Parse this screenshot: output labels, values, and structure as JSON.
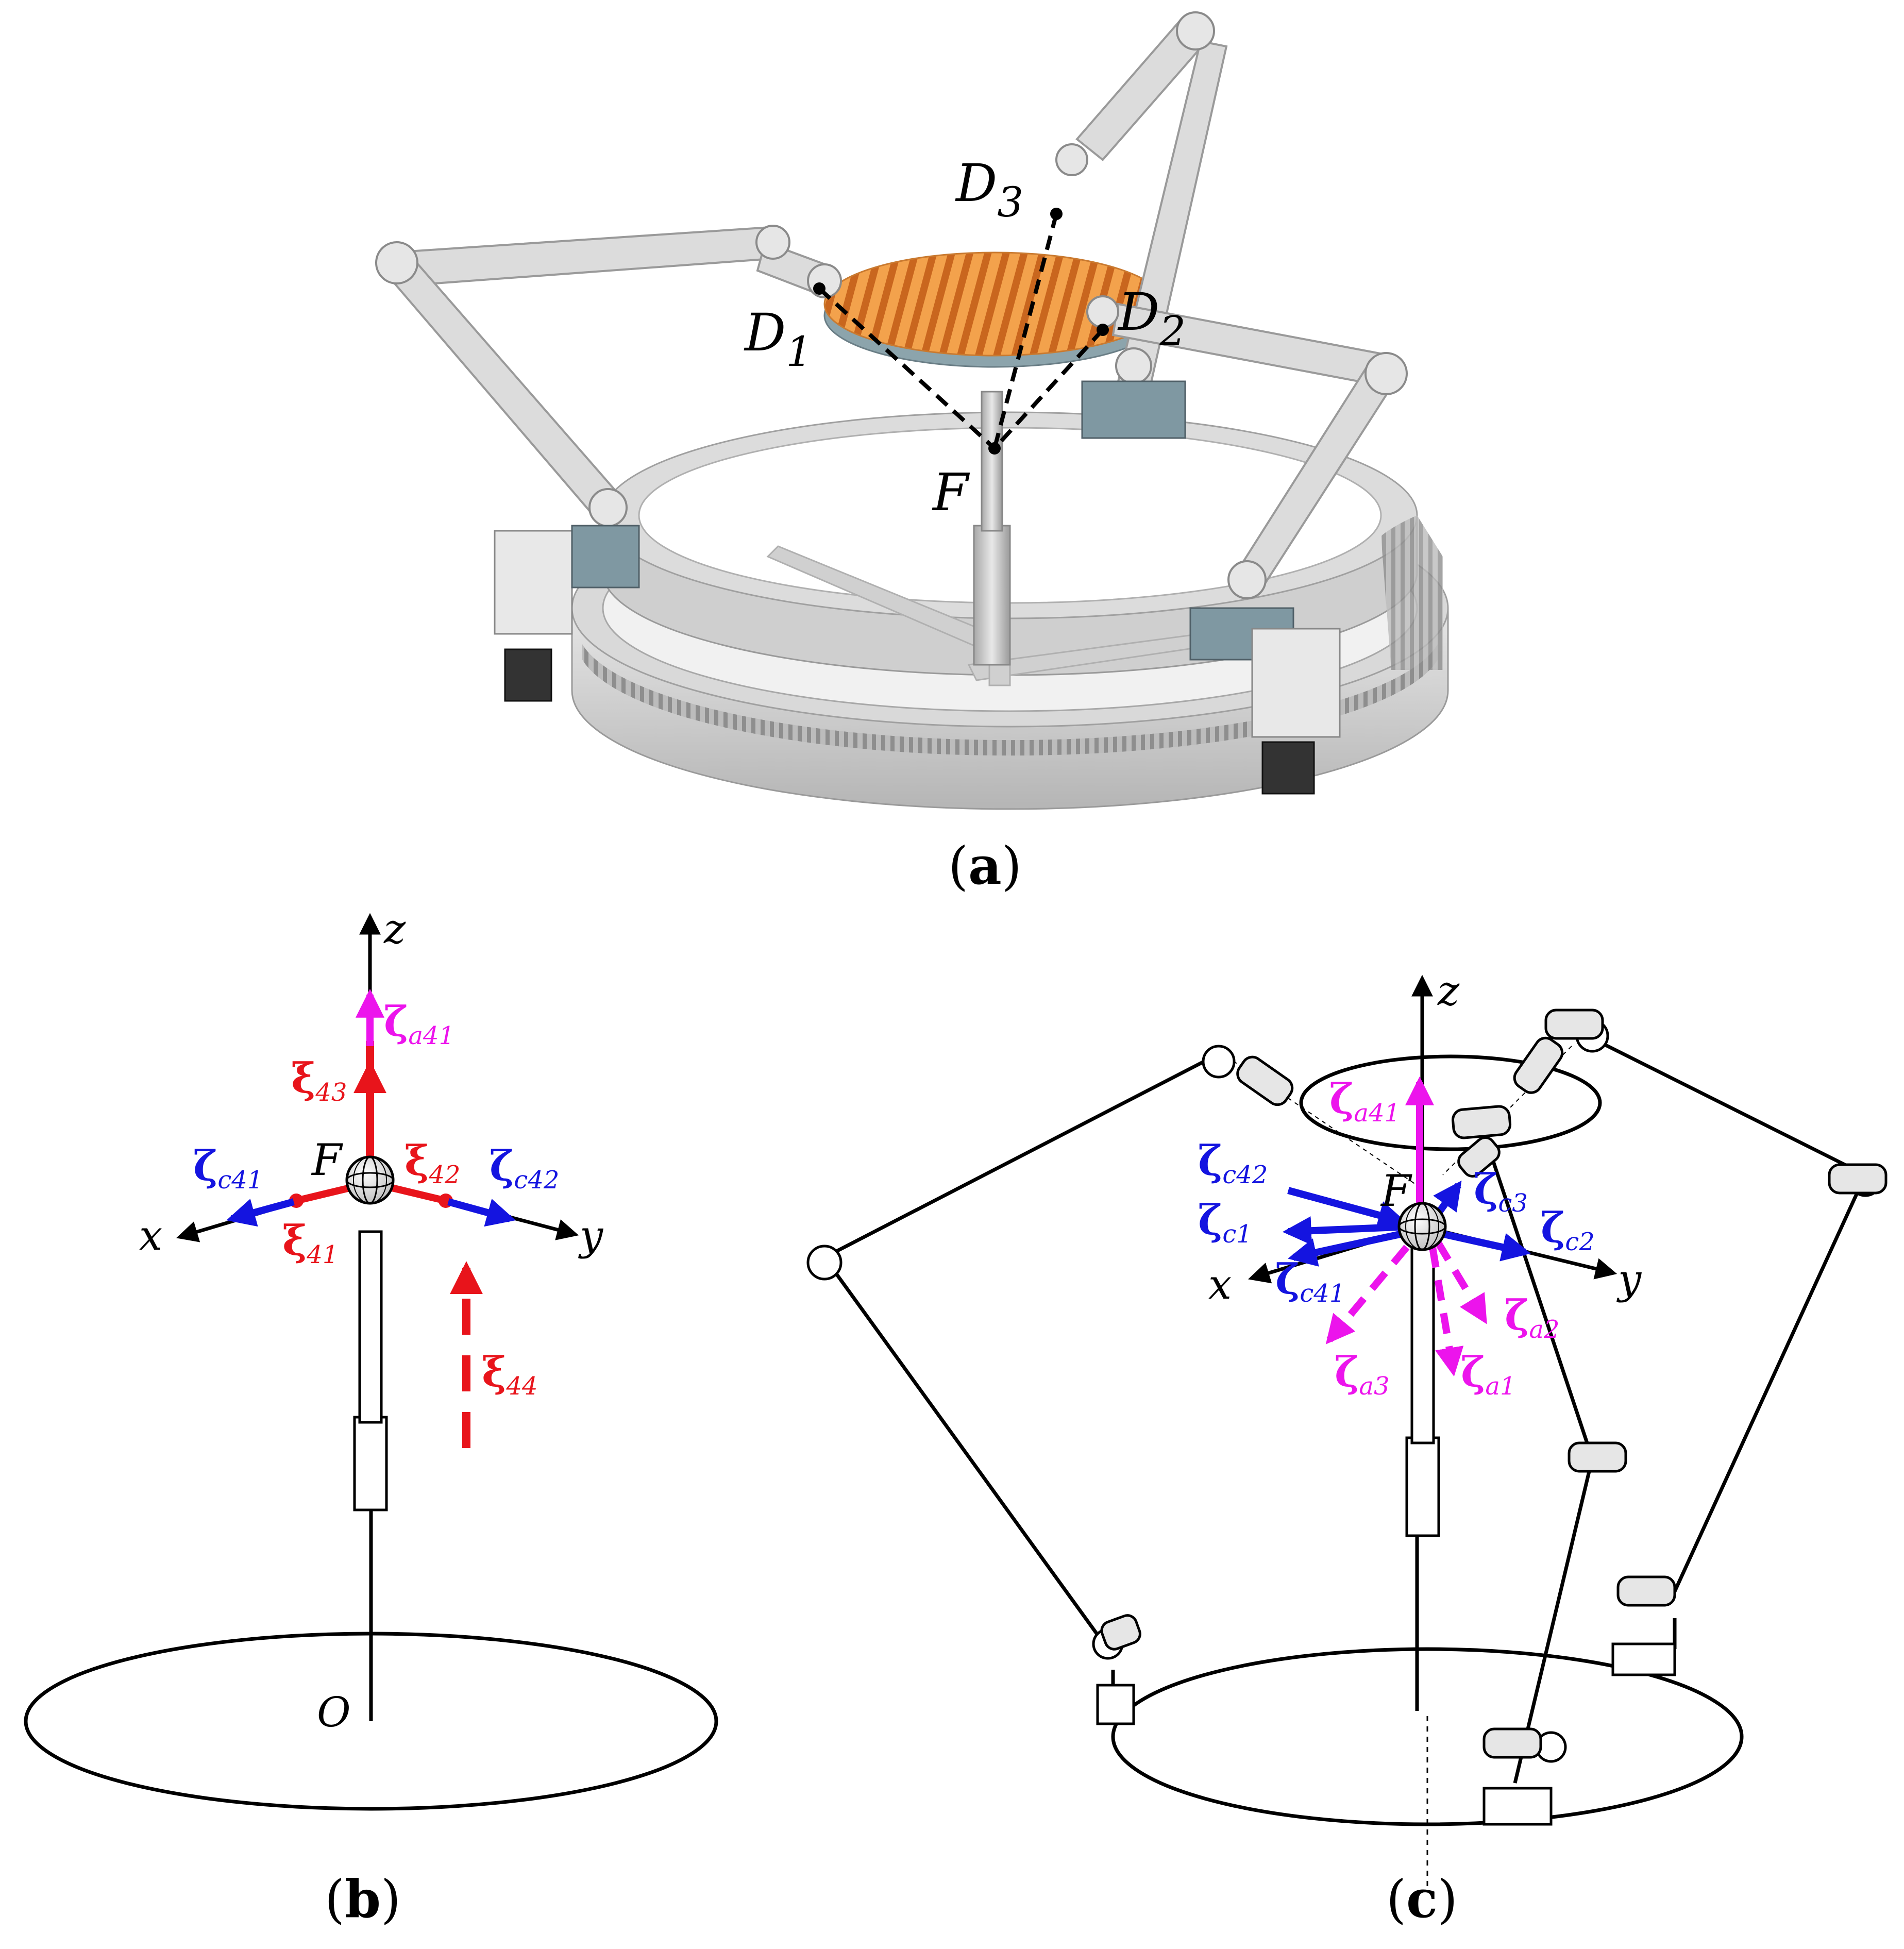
{
  "colors": {
    "xi": "#e8141b",
    "zeta_c": "#1414e0",
    "zeta_a": "#ec14ec",
    "black": "#000000",
    "plate": "#e0843a",
    "ring": "#c8c8c8",
    "link": "#dcdcdc",
    "joint_block": "#7f98a2"
  },
  "panel_a": {
    "caption_open": "(",
    "caption_letter": "a",
    "caption_close": ")",
    "points": {
      "d1": {
        "main": "D",
        "sub": "1"
      },
      "d2": {
        "main": "D",
        "sub": "2"
      },
      "d3": {
        "main": "D",
        "sub": "3"
      },
      "f": "F"
    }
  },
  "panel_b": {
    "caption_open": "(",
    "caption_letter": "b",
    "caption_close": ")",
    "axes": {
      "x": "x",
      "y": "y",
      "z": "z"
    },
    "origin": "O",
    "center": "F",
    "labels": {
      "zeta_a41": {
        "sym": "ζ",
        "sub": "a41"
      },
      "xi43": {
        "sym": "ξ",
        "sub": "43"
      },
      "xi42": {
        "sym": "ξ",
        "sub": "42"
      },
      "xi41": {
        "sym": "ξ",
        "sub": "41"
      },
      "xi44": {
        "sym": "ξ",
        "sub": "44"
      },
      "zeta_c41": {
        "sym": "ζ",
        "sub": "c41"
      },
      "zeta_c42": {
        "sym": "ζ",
        "sub": "c42"
      }
    }
  },
  "panel_c": {
    "caption_open": "(",
    "caption_letter": "c",
    "caption_close": ")",
    "axes": {
      "x": "x",
      "y": "y",
      "z": "z"
    },
    "center": "F",
    "labels": {
      "zeta_a41": {
        "sym": "ζ",
        "sub": "a41"
      },
      "zeta_c42": {
        "sym": "ζ",
        "sub": "c42"
      },
      "zeta_c3": {
        "sym": "ζ",
        "sub": "c3"
      },
      "zeta_c1": {
        "sym": "ζ",
        "sub": "c1"
      },
      "zeta_c2": {
        "sym": "ζ",
        "sub": "c2"
      },
      "zeta_c41": {
        "sym": "ζ",
        "sub": "c41"
      },
      "zeta_a2": {
        "sym": "ζ",
        "sub": "a2"
      },
      "zeta_a3": {
        "sym": "ζ",
        "sub": "a3"
      },
      "zeta_a1": {
        "sym": "ζ",
        "sub": "a1"
      }
    }
  }
}
